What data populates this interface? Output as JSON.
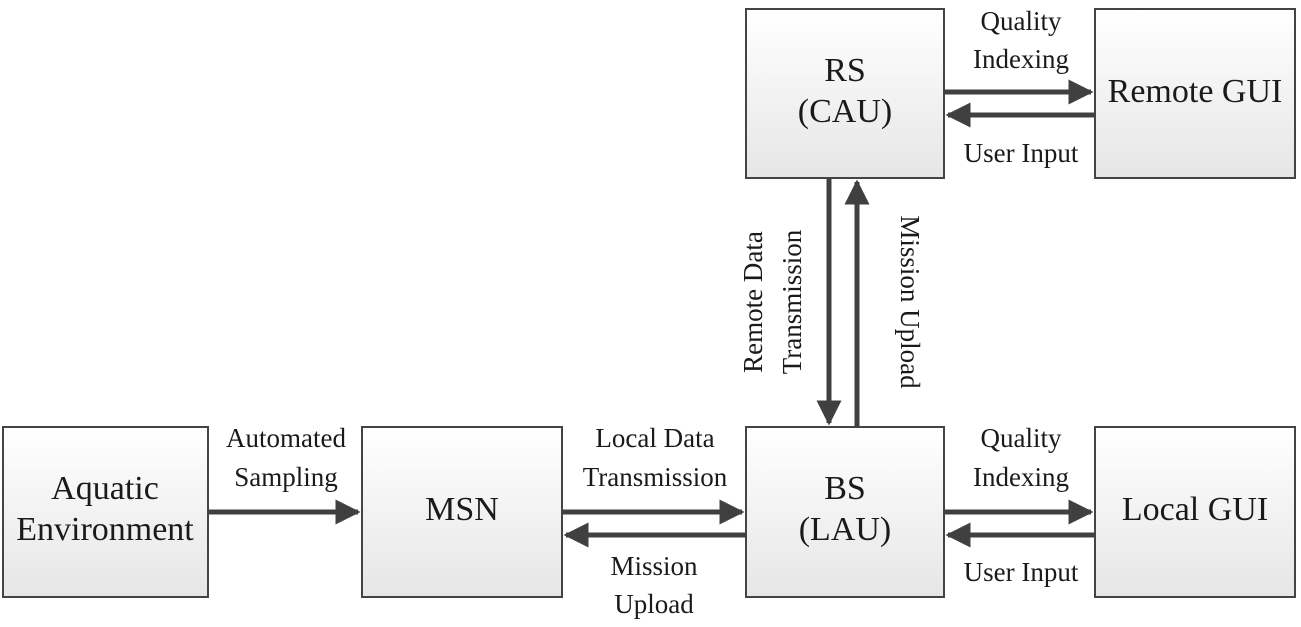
{
  "colors": {
    "box_fill_top": "#ffffff",
    "box_fill_bottom": "#e6e6e6",
    "box_stroke": "#444444",
    "arrow": "#404040",
    "text": "#1a1a1a"
  },
  "nodes": {
    "aquatic": {
      "line1": "Aquatic",
      "line2": "Environment"
    },
    "msn": {
      "line1": "MSN"
    },
    "bs": {
      "line1": "BS",
      "line2": "(LAU)"
    },
    "local_gui": {
      "line1": "Local GUI"
    },
    "rs": {
      "line1": "RS",
      "line2": "(CAU)"
    },
    "remote_gui": {
      "line1": "Remote GUI"
    }
  },
  "edges": {
    "automated_sampling": {
      "line1": "Automated",
      "line2": "Sampling"
    },
    "local_data_transmission": {
      "line1": "Local Data",
      "line2": "Transmission"
    },
    "mission_upload_bottom": {
      "line1": "Mission",
      "line2": "Upload"
    },
    "quality_indexing_local": {
      "line1": "Quality",
      "line2": "Indexing"
    },
    "user_input_local": {
      "line1": "User Input"
    },
    "quality_indexing_remote": {
      "line1": "Quality",
      "line2": "Indexing"
    },
    "user_input_remote": {
      "line1": "User Input"
    },
    "remote_data_transmission": {
      "line1": "Remote Data",
      "line2": "Transmission"
    },
    "mission_upload_vertical": {
      "line1": "Mission Upload"
    }
  }
}
